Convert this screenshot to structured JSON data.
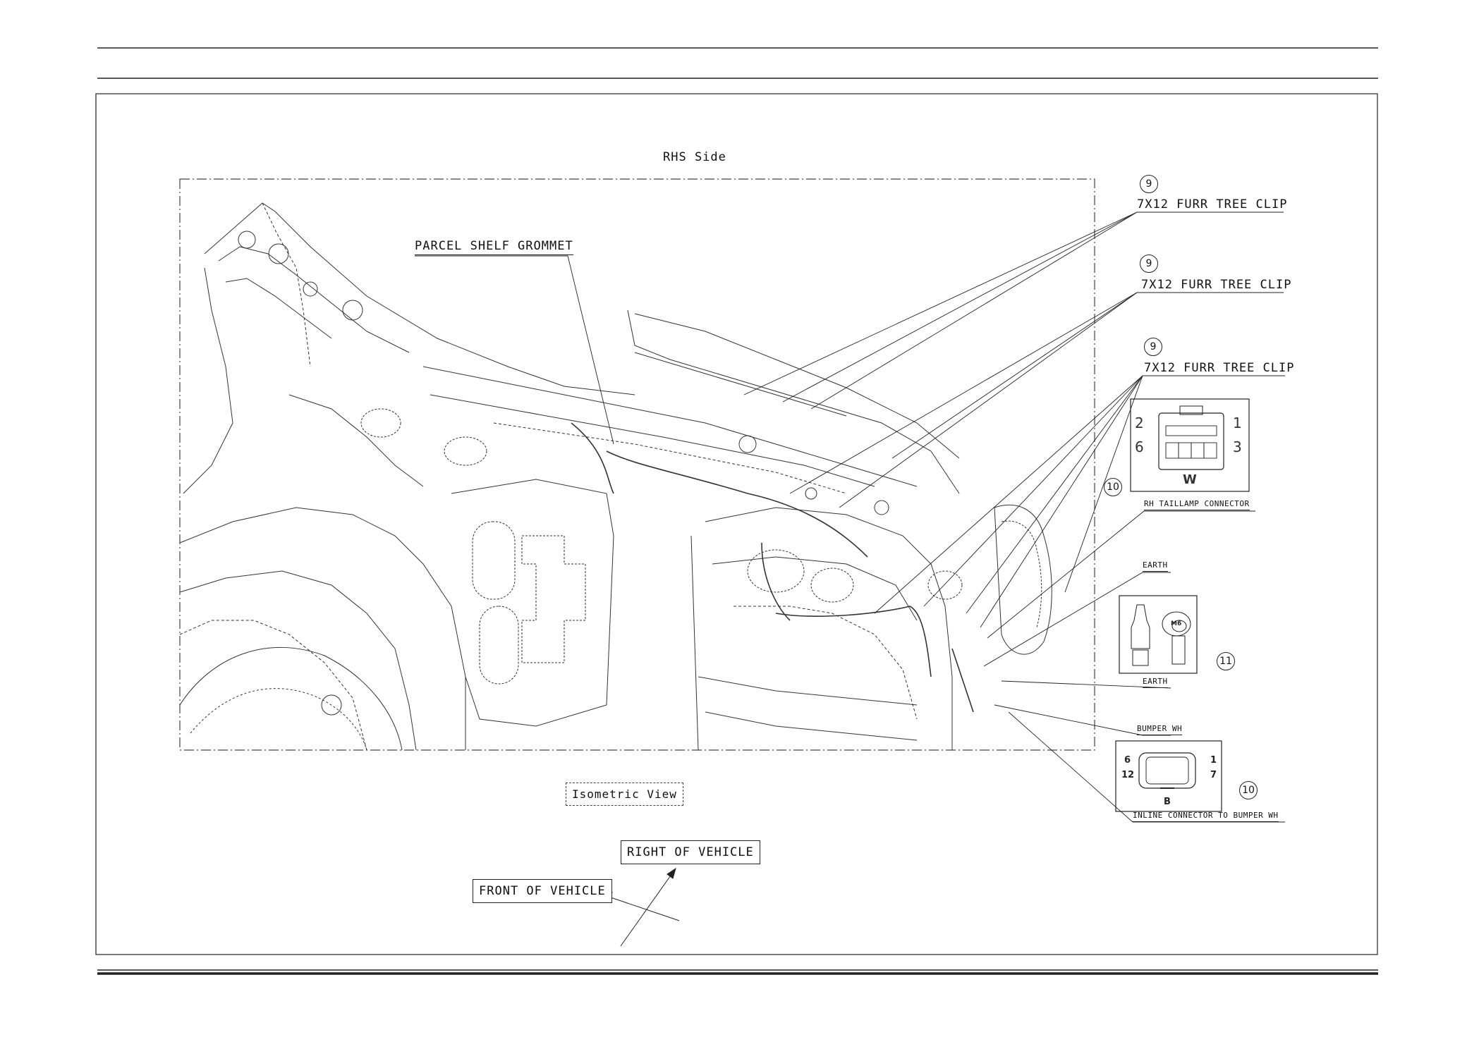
{
  "diagram": {
    "view_title": "RHS Side",
    "view_type": "Isometric View",
    "orientation": {
      "right_of_vehicle": "RIGHT OF VEHICLE",
      "front_of_vehicle": "FRONT OF VEHICLE"
    },
    "components": {
      "parcel_shelf_grommet": "PARCEL SHELF GROMMET",
      "clip_1": {
        "callout": "9",
        "label": "7X12 FURR TREE CLIP"
      },
      "clip_2": {
        "callout": "9",
        "label": "7X12 FURR TREE CLIP"
      },
      "clip_3": {
        "callout": "9",
        "label": "7X12 FURR TREE CLIP"
      },
      "taillamp_connector": {
        "callout": "10",
        "label": "RH TAILLAMP CONNECTOR",
        "pin_tl": "2",
        "pin_tr": "1",
        "pin_bl": "6",
        "pin_br": "3",
        "code": "W"
      },
      "earth_top": {
        "label": "EARTH"
      },
      "earth_bottom": {
        "label": "EARTH",
        "callout": "11",
        "nut": "M6"
      },
      "bumper": {
        "label": "BUMPER WH"
      },
      "inline_connector": {
        "callout": "10",
        "label": "INLINE CONNECTOR TO BUMPER WH",
        "pin_tl": "6",
        "pin_tr": "1",
        "pin_bl": "12",
        "pin_br": "7",
        "code": "B"
      }
    }
  }
}
